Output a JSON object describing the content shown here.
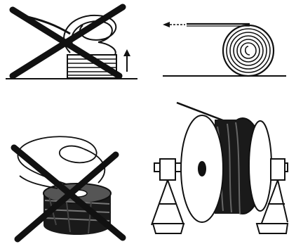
{
  "figure": {
    "panels": [
      {
        "id": "pull-off-coil-wrong",
        "status": "incorrect",
        "mark": "x-cross"
      },
      {
        "id": "roll-out-coil-right",
        "status": "correct",
        "mark": "none"
      },
      {
        "id": "pull-off-reel-flat-wrong",
        "status": "incorrect",
        "mark": "x-cross"
      },
      {
        "id": "unwind-reel-on-stands-right",
        "status": "correct",
        "mark": "none"
      }
    ],
    "colors": {
      "ink": "#111111",
      "paper": "#ffffff",
      "reel_dark": "#1a1a1a"
    }
  }
}
